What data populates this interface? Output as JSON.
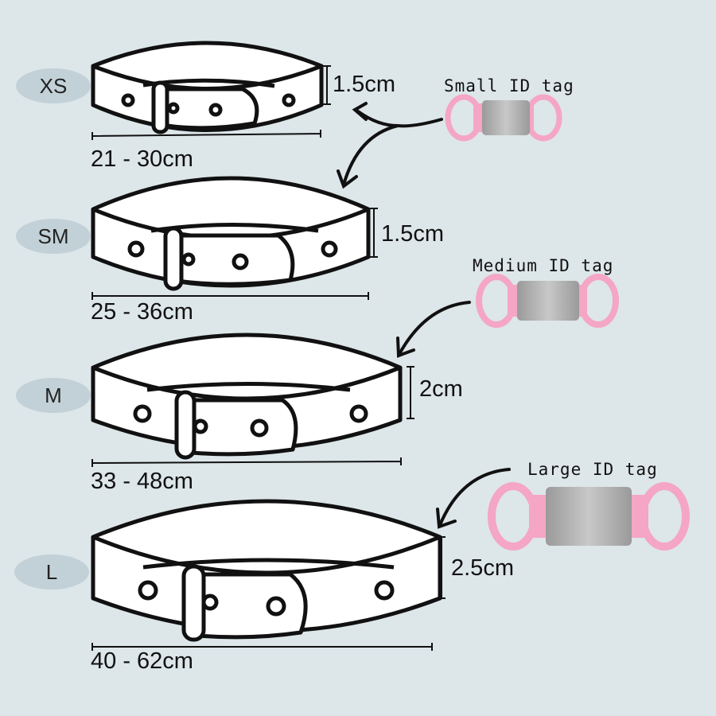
{
  "colors": {
    "background": "#dde6e9",
    "badge": "#c2d1d7",
    "tag_pink": "#f4a6c4",
    "tag_metal": "#b3b3b3",
    "outline": "#111111"
  },
  "sizes": [
    {
      "code": "XS",
      "range": "21 - 30cm",
      "width": "1.5cm"
    },
    {
      "code": "SM",
      "range": "25 - 36cm",
      "width": "1.5cm"
    },
    {
      "code": "M",
      "range": "33 - 48cm",
      "width": "2cm"
    },
    {
      "code": "L",
      "range": "40 - 62cm",
      "width": "2.5cm"
    }
  ],
  "tags": [
    {
      "label": "Small ID tag",
      "applies_to": [
        "XS",
        "SM"
      ]
    },
    {
      "label": "Medium ID tag",
      "applies_to": [
        "M"
      ]
    },
    {
      "label": "Large ID tag",
      "applies_to": [
        "L"
      ]
    }
  ]
}
